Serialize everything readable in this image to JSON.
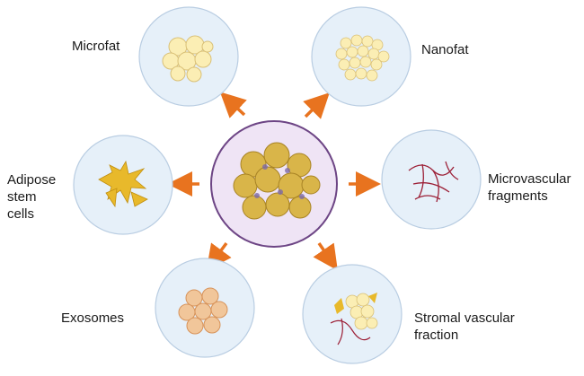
{
  "labels": {
    "microfat": "Microfat",
    "nanofat": "Nanofat",
    "adipose": [
      "Adipose",
      "stem",
      "cells"
    ],
    "microvascular": [
      "Microvascular",
      "fragments"
    ],
    "exosomes": "Exosomes",
    "stromal": [
      "Stromal vascular",
      "fraction"
    ]
  },
  "colors": {
    "arrow": "#e8731f",
    "circle_fill": "#e6f0f9",
    "circle_stroke": "#b9cde2",
    "center_fill": "#efe4f5",
    "center_stroke": "#6d4585",
    "fat_cell": "#fbeeb4",
    "fat_cell_stroke": "#d9c077",
    "adipose_cell": "#e8b92b",
    "vessel": "#9c1f36",
    "exosome": "#f1c69a"
  },
  "icons": [
    "central-adipose-tissue-icon",
    "microfat-icon",
    "nanofat-icon",
    "adipose-stem-cells-icon",
    "microvascular-fragments-icon",
    "exosomes-icon",
    "stromal-vascular-fraction-icon"
  ]
}
